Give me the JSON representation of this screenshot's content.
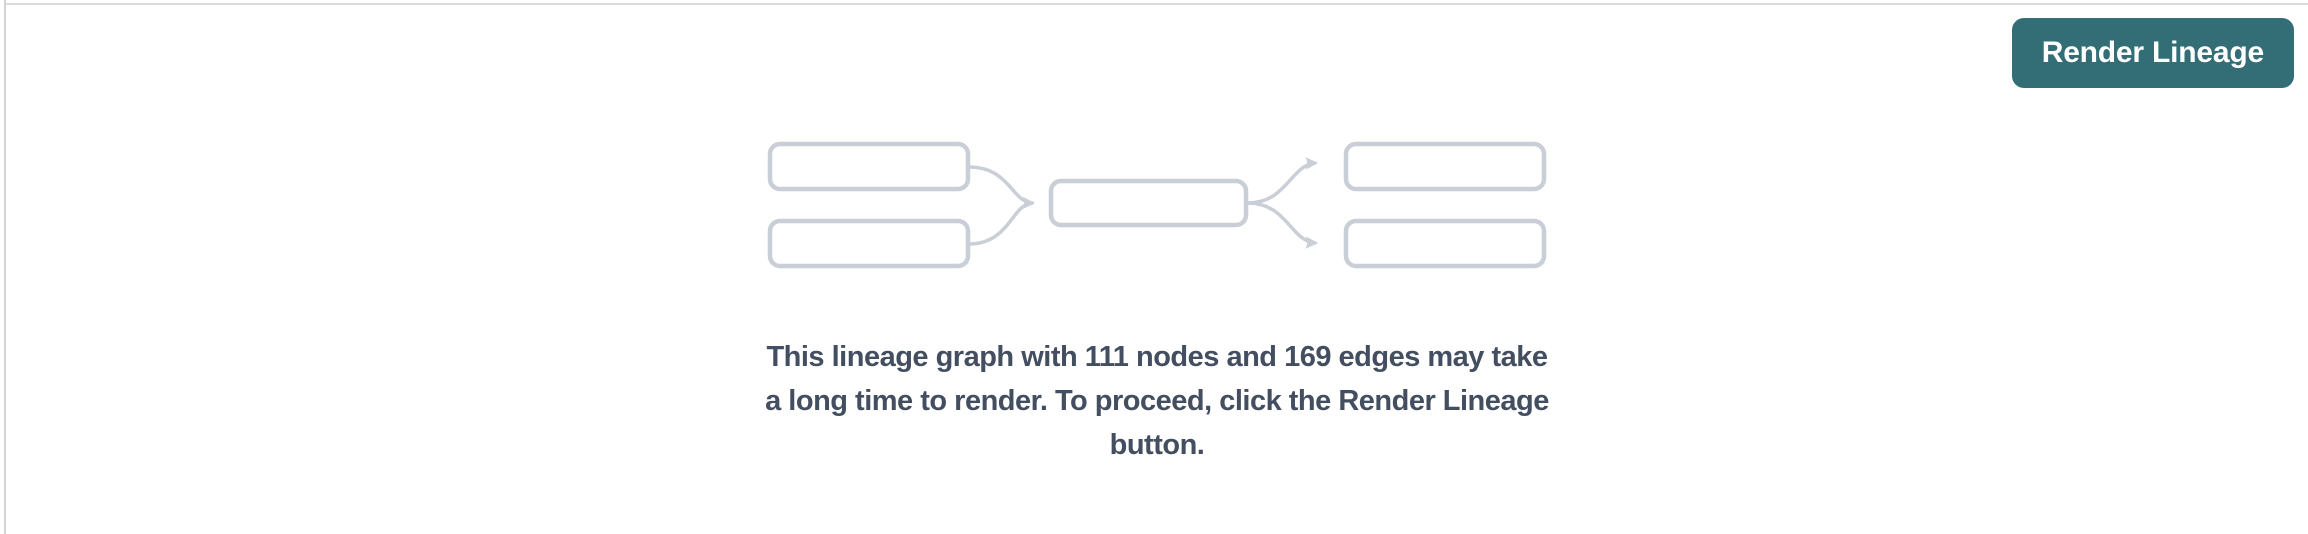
{
  "page": {
    "background": "#ffffff",
    "top_border_color": "#d9dadd",
    "left_border_color": "#d2d3d7"
  },
  "toolbar": {
    "render_lineage_label": "Render Lineage"
  },
  "colors": {
    "accent": "#336e76",
    "accent_text": "#ffffff",
    "illustration_stroke": "#c9ced7",
    "message_text": "#434e60"
  },
  "empty_state": {
    "node_count": "111",
    "edge_count": "169",
    "message_full": "This lineage graph with 111 nodes and 169 edges may take a long time to render. To proceed, click the Render Lineage button.",
    "message": {
      "lines": [
        "This lineage graph with 111 nodes and 169 edges may take",
        "a long time to render. To proceed, click the Render Lineage",
        "button."
      ]
    },
    "illustration": {
      "name": "lineage-graph-illustration",
      "left_nodes": 2,
      "center_nodes": 1,
      "right_nodes": 2,
      "edges": 4
    }
  }
}
